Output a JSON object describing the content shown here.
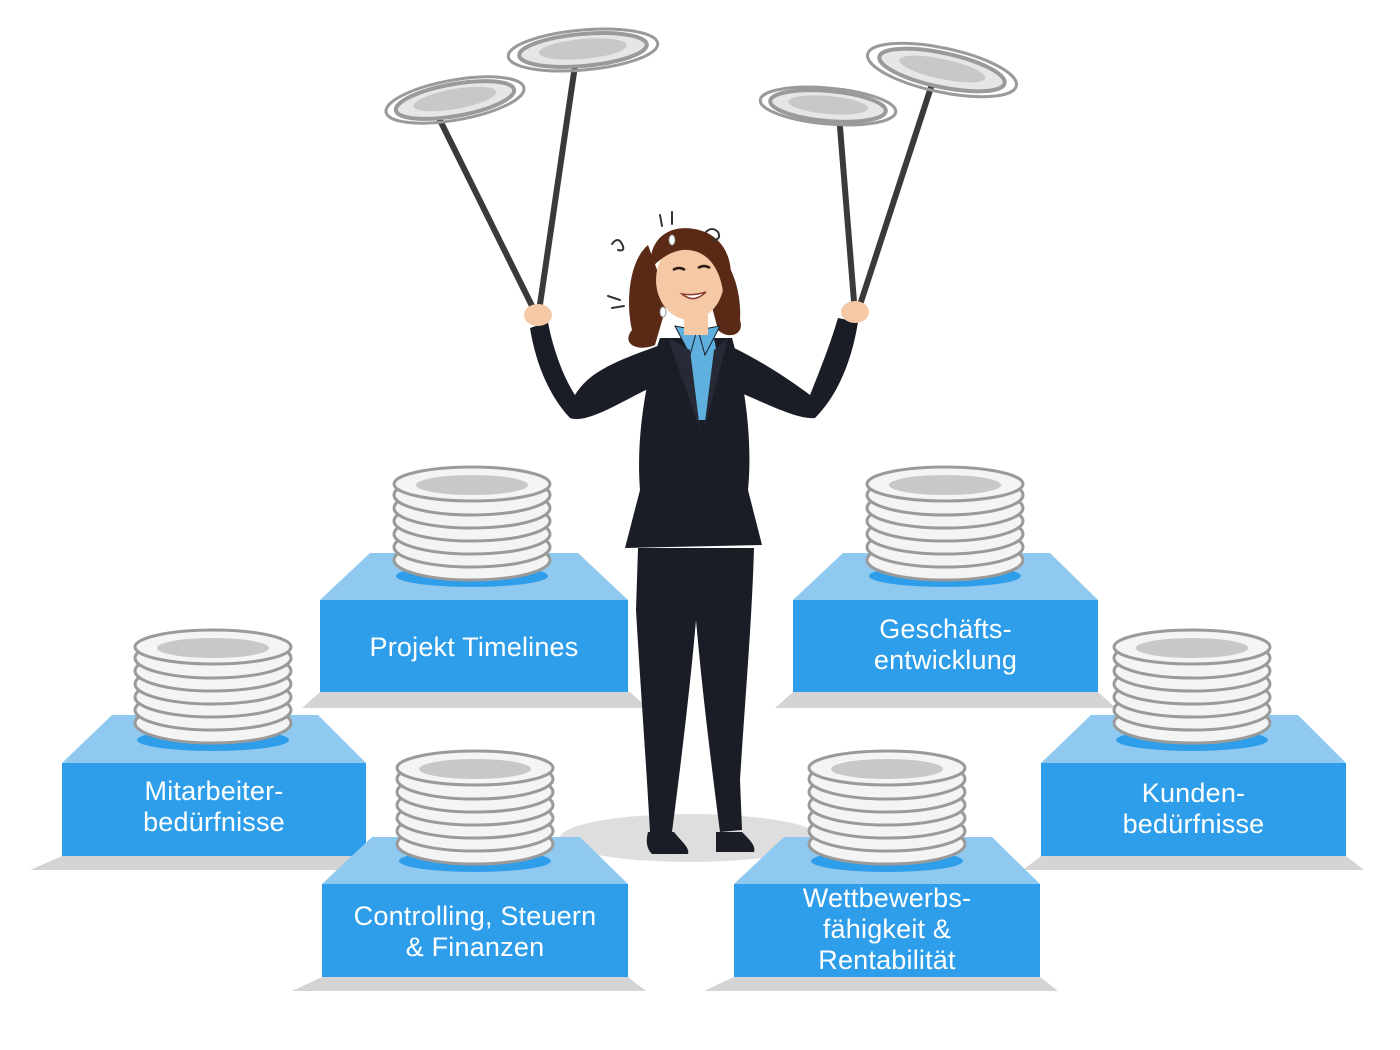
{
  "pedestals": [
    {
      "id": "projekt-timelines",
      "lines": [
        "Projekt Timelines"
      ]
    },
    {
      "id": "geschaeftsentwicklung",
      "lines": [
        "Geschäfts-",
        "entwicklung"
      ]
    },
    {
      "id": "mitarbeiterbeduerfnisse",
      "lines": [
        "Mitarbeiter-",
        "bedürfnisse"
      ]
    },
    {
      "id": "kundenbeduerfnisse",
      "lines": [
        "Kunden-",
        "bedürfnisse"
      ]
    },
    {
      "id": "controlling",
      "lines": [
        "Controlling, Steuern",
        "& Finanzen"
      ]
    },
    {
      "id": "wettbewerbsfaehigkeit",
      "lines": [
        "Wettbewerbs-",
        "fähigkeit &",
        "Rentabilität"
      ]
    }
  ],
  "colors": {
    "box_front": "#2e9eea",
    "box_top": "#8fc9ef",
    "plate_edge": "#f4f4f4",
    "plate_shade": "#9a9a9a",
    "plate_inner": "#c8c8c8",
    "shadow": "#d4d4d4",
    "suit": "#1a1d26",
    "shirt": "#5fb0de",
    "hair": "#5a2a17",
    "skin": "#f6c9a6",
    "pole": "#3a3a3a"
  }
}
